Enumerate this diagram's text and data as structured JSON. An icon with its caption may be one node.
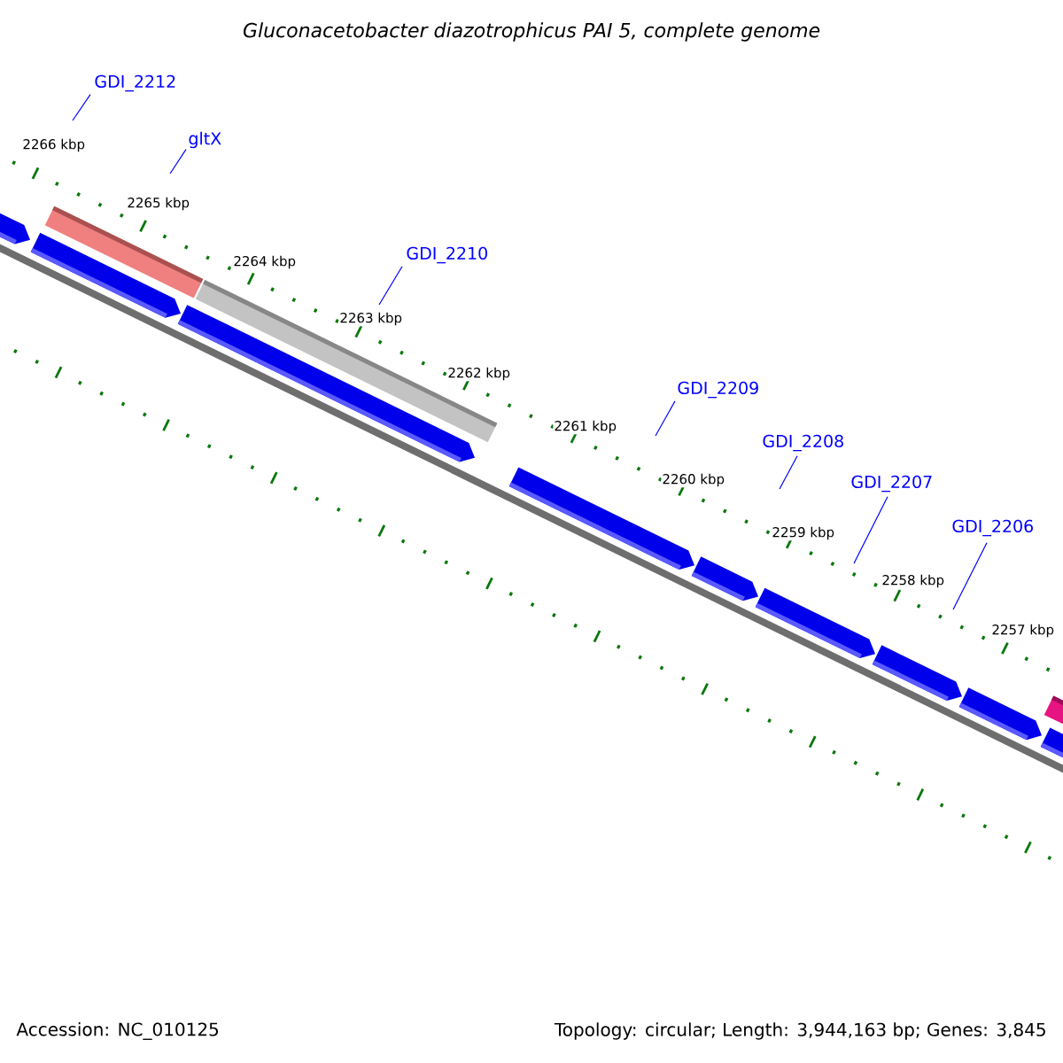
{
  "diagram": {
    "title": "Gluconacetobacter diazotrophicus PAI 5, complete genome",
    "nodes": [
      {
        "text": [
          "GDI_2212"
        ]
      },
      {
        "text": [
          "gltX"
        ]
      },
      {
        "text": [
          "GDI_2210"
        ]
      },
      {
        "text": [
          "GDI_2209"
        ]
      },
      {
        "text": [
          "GDI_2208"
        ]
      },
      {
        "text": [
          "GDI_2207"
        ]
      },
      {
        "text": [
          "GDI_2206"
        ]
      }
    ],
    "edges": [
      {
        "from": 0,
        "to": null,
        "arrow": "none"
      },
      {
        "from": 1,
        "to": null,
        "arrow": "none"
      },
      {
        "from": 2,
        "to": null,
        "arrow": "none"
      },
      {
        "from": 3,
        "to": null,
        "arrow": "none"
      },
      {
        "from": 4,
        "to": null,
        "arrow": "none"
      },
      {
        "from": 5,
        "to": null,
        "arrow": "none"
      },
      {
        "from": 6,
        "to": null,
        "arrow": "none"
      }
    ],
    "labels": [
      "2266 kbp",
      "2265 kbp",
      "2264 kbp",
      "2263 kbp",
      "2262 kbp",
      "2261 kbp",
      "2260 kbp",
      "2259 kbp",
      "2258 kbp",
      "2257 kbp",
      "Accession: NC_010125",
      "Topology: circular; Length: 3,944,163 bp; Genes: 3,845"
    ]
  }
}
